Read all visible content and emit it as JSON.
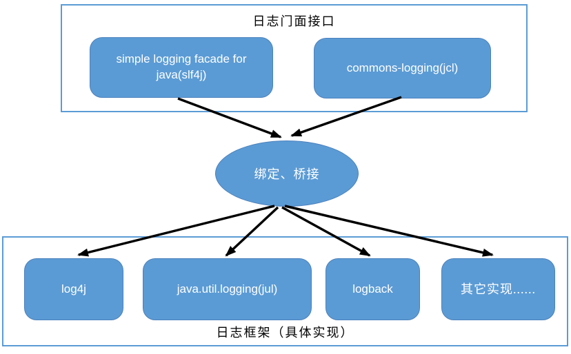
{
  "colors": {
    "shape_fill": "#5B9BD5",
    "shape_border": "#4A80BC",
    "container_border": "#5B9BD5",
    "node_text": "#FFFFFF",
    "title_text": "#000000",
    "arrow": "#000000",
    "background": "#FFFFFF"
  },
  "facade": {
    "title": "日志门面接口",
    "nodes": [
      {
        "id": "slf4j",
        "label": "simple logging facade for java(slf4j)"
      },
      {
        "id": "jcl",
        "label": "commons-logging(jcl)"
      }
    ]
  },
  "binding": {
    "id": "binding",
    "label": "绑定、桥接"
  },
  "frameworks": {
    "title": "日志框架（具体实现）",
    "nodes": [
      {
        "id": "log4j",
        "label": "log4j"
      },
      {
        "id": "jul",
        "label": "java.util.logging(jul)"
      },
      {
        "id": "logback",
        "label": "logback"
      },
      {
        "id": "other",
        "label": "其它实现......"
      }
    ]
  },
  "edges": [
    {
      "from": "slf4j",
      "to": "binding"
    },
    {
      "from": "jcl",
      "to": "binding"
    },
    {
      "from": "binding",
      "to": "log4j"
    },
    {
      "from": "binding",
      "to": "jul"
    },
    {
      "from": "binding",
      "to": "logback"
    },
    {
      "from": "binding",
      "to": "other"
    }
  ]
}
